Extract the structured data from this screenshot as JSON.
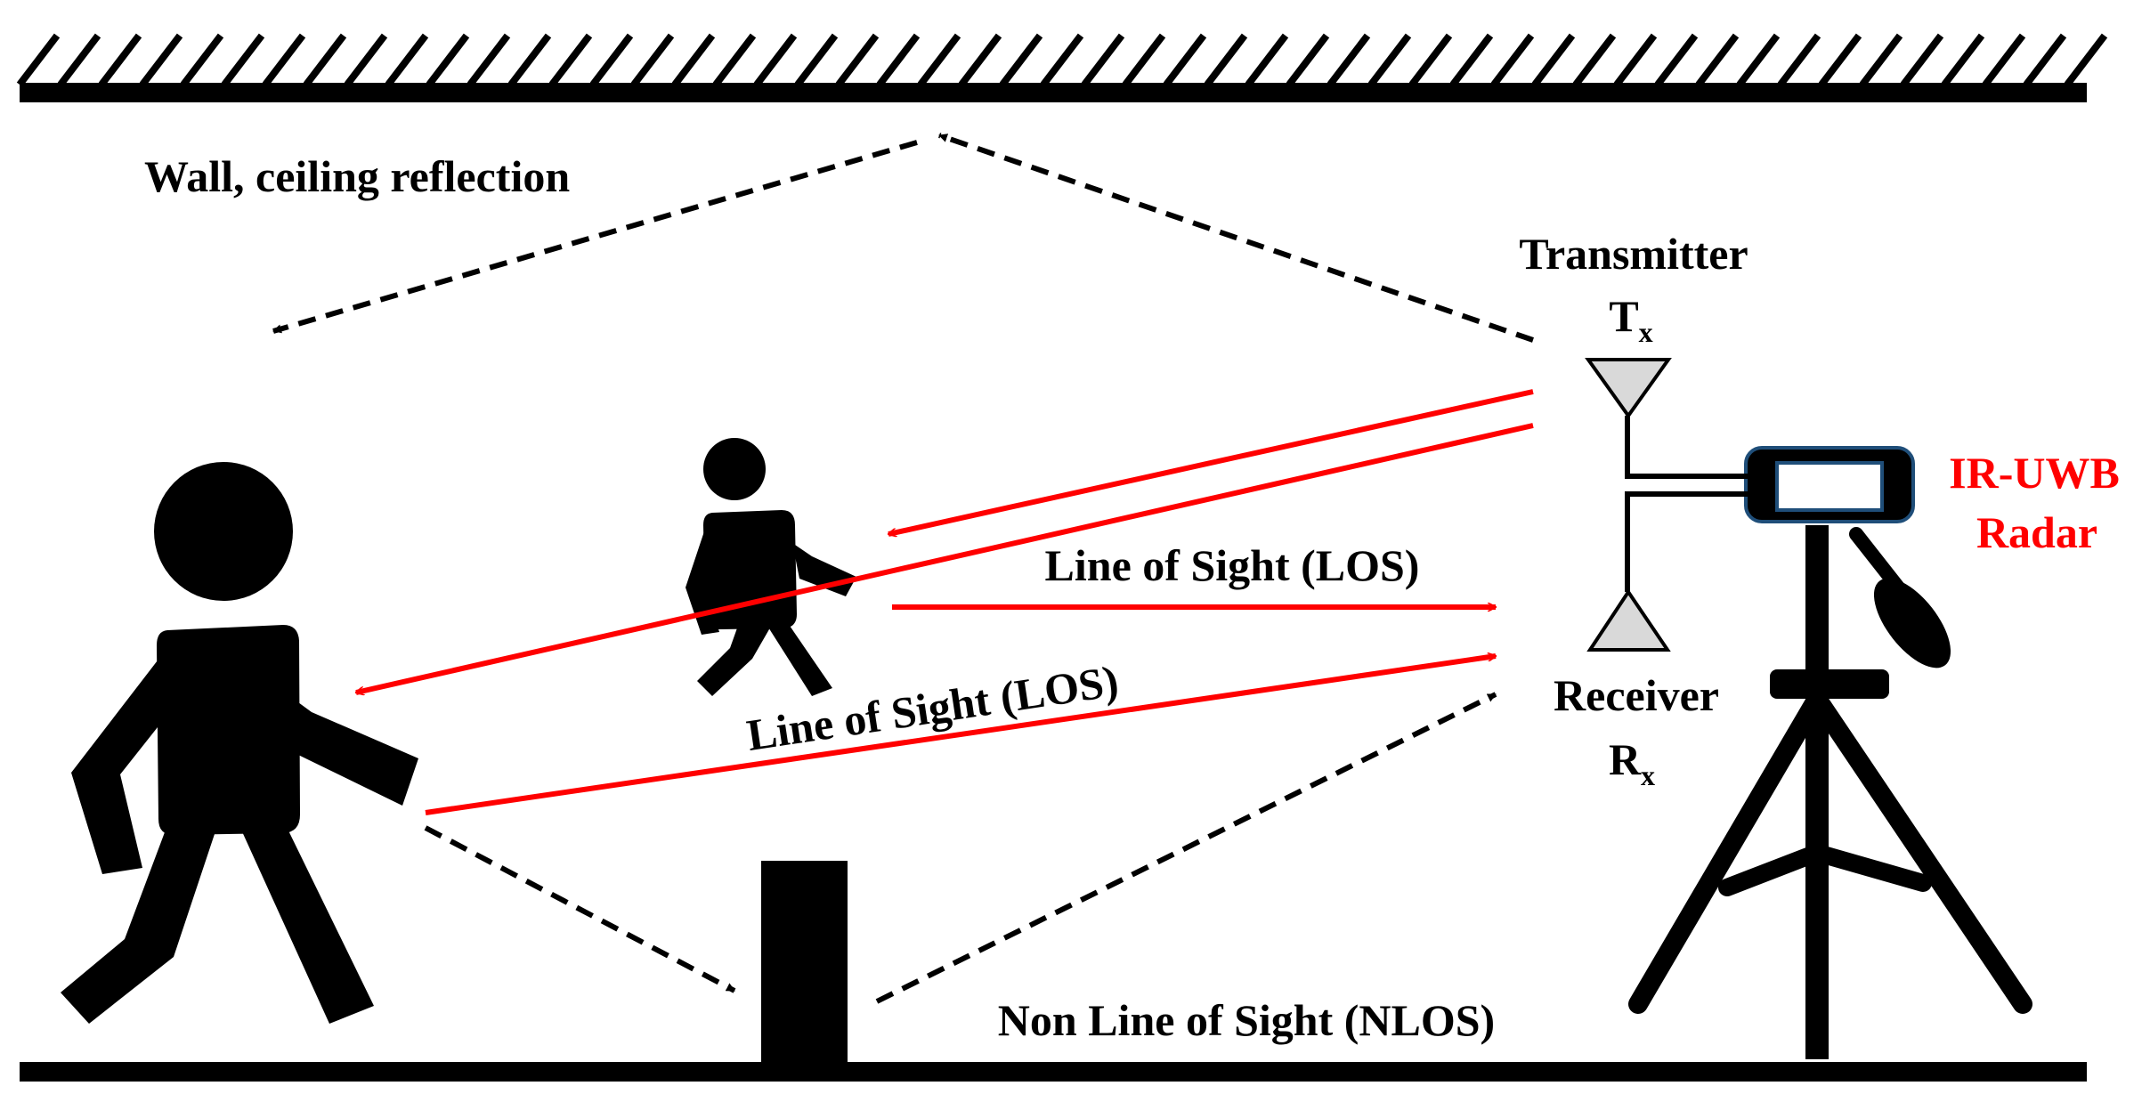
{
  "labels": {
    "reflection": "Wall, ceiling reflection",
    "transmitter": "Transmitter",
    "tx_main": "T",
    "tx_sub": "x",
    "receiver": "Receiver",
    "rx_main": "R",
    "rx_sub": "x",
    "radar_line1": "IR-UWB",
    "radar_line2": "Radar",
    "los_upper": "Line of Sight (LOS)",
    "los_lower": "Line of Sight (LOS)",
    "nlos": "Non Line of Sight (NLOS)"
  },
  "colors": {
    "los_path": "#ff0000",
    "nlos_path": "#000000",
    "radar_frame": "#1f4e79",
    "antenna_fill": "#d9d9d9"
  }
}
